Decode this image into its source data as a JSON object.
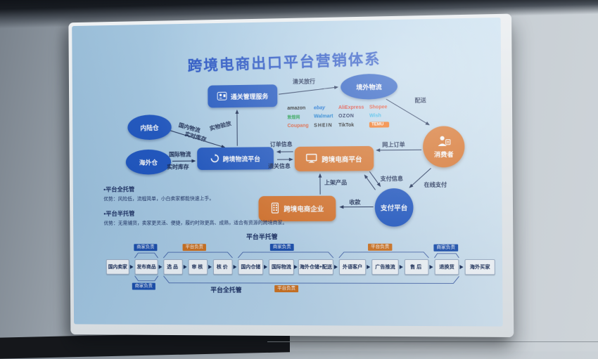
{
  "title": "跨境电商出口平台营销体系",
  "nodes": {
    "customs_service": "通关管理服务",
    "overseas_logistics": "境外物流",
    "inland_warehouse": "内陆仓",
    "overseas_warehouse": "海外仓",
    "logistics_platform": "跨境物流平台",
    "ecommerce_platform": "跨境电商平台",
    "consumer": "消费者",
    "payment_platform": "支付平台",
    "ecommerce_enterprise": "跨境电商企业"
  },
  "edges": {
    "customs_release": "清关放行",
    "delivery": "配送",
    "domestic_logistics": "国内物流",
    "realtime_inventory": "实时库存",
    "international_logistics": "国际物流",
    "physical_inspection": "实物验放",
    "order_info": "订单信息",
    "customs_info": "通关信息",
    "online_order": "网上订单",
    "payment_info": "支付信息",
    "online_payment": "在线支付",
    "receive_payment": "收款",
    "list_products": "上架产品"
  },
  "marketplaces": [
    "amazon",
    "ebay",
    "AliExpress",
    "Shopee",
    "敦煌网",
    "Walmart",
    "OZON",
    "Wish",
    "Coupang",
    "SHEIN",
    "TikTok",
    "TEMU"
  ],
  "notes": [
    {
      "heading": "•平台全托管",
      "body": "优势：风险低，流程简单，小白卖家都能快速上手。"
    },
    {
      "heading": "•平台半托管",
      "body": "优势：无需铺货，卖家更灵活、便捷，履约时效更高、成熟，适合有资源的跨境商家。"
    }
  ],
  "bottom_flow": {
    "semi_managed_label": "平台半托管",
    "full_managed_label": "平台全托管",
    "owner_seller": "商家负责",
    "owner_platform": "平台负责",
    "steps": [
      "国内卖家",
      "发布商品",
      "选品",
      "审核",
      "核价",
      "国内仓储",
      "国际物流",
      "海外仓储+配送",
      "外语客户",
      "广告推流",
      "售后",
      "退换货",
      "海外买家"
    ]
  },
  "colors": {
    "primary_blue": "#1d55c2",
    "primary_orange": "#dd7428",
    "tag_blue": "#1b4fae",
    "tag_orange": "#d4731c",
    "title_blue": "#1f4ec4",
    "screen_bg": "#b5d3ea"
  }
}
